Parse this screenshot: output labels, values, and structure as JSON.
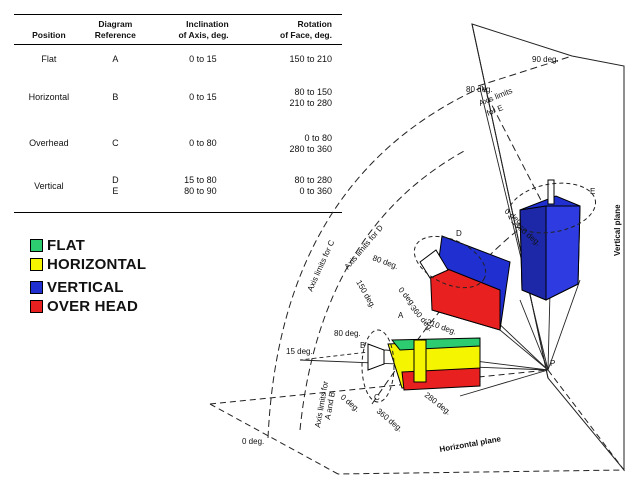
{
  "table": {
    "headers": {
      "position": "Position",
      "reference": "Diagram\nReference",
      "inclination": "Inclination\nof Axis, deg.",
      "rotation": "Rotation\nof Face, deg."
    },
    "rows": [
      {
        "position": "Flat",
        "reference": "A",
        "inclination": "0 to 15",
        "rotation": "150 to 210"
      },
      {
        "position": "Horizontal",
        "reference": "B",
        "inclination": "0 to 15",
        "rotation": "80 to 150\n210 to 280"
      },
      {
        "position": "Overhead",
        "reference": "C",
        "inclination": "0 to 80",
        "rotation": "0 to 80\n280 to 360"
      },
      {
        "position": "Vertical",
        "reference": "D\nE",
        "inclination": "15 to 80\n80 to 90",
        "rotation": "80 to 280\n0 to 360"
      }
    ]
  },
  "legend": [
    {
      "label": "FLAT",
      "color": "#2ecc71"
    },
    {
      "label": "HORIZONTAL",
      "color": "#f5f500"
    },
    {
      "label": "VERTICAL",
      "color": "#1f2fd0"
    },
    {
      "label": "OVER HEAD",
      "color": "#e8201f"
    }
  ],
  "diagram": {
    "labels": {
      "deg90": "90 deg.",
      "deg80_top": "80 deg.",
      "axis_e_1": "Axis limits",
      "axis_e_2": "for E",
      "vertical_plane": "Vertical plane",
      "horizontal_plane": "Horizontal plane",
      "axis_c": "Axis limits for C",
      "axis_d": "Axis limits for D",
      "axis_ab_1": "Axis limits for",
      "axis_ab_2": "A and B",
      "deg15": "15 deg.",
      "deg0": "0 deg.",
      "deg80_d": "80 deg.",
      "deg150": "150 deg.",
      "deg80_c": "80 deg.",
      "deg0_c": "0 deg.",
      "deg360_c": "360 deg.",
      "deg0_e": "0 deg.",
      "deg360_e": "360 deg.",
      "deg0_ring": "0 deg.",
      "deg360_ring": "360 deg.",
      "deg210": "210 deg.",
      "deg280": "280 deg.",
      "ref_a": "A",
      "ref_b": "B",
      "ref_c": "C",
      "ref_d": "D",
      "ref_e": "E",
      "ref_p": "P"
    }
  }
}
